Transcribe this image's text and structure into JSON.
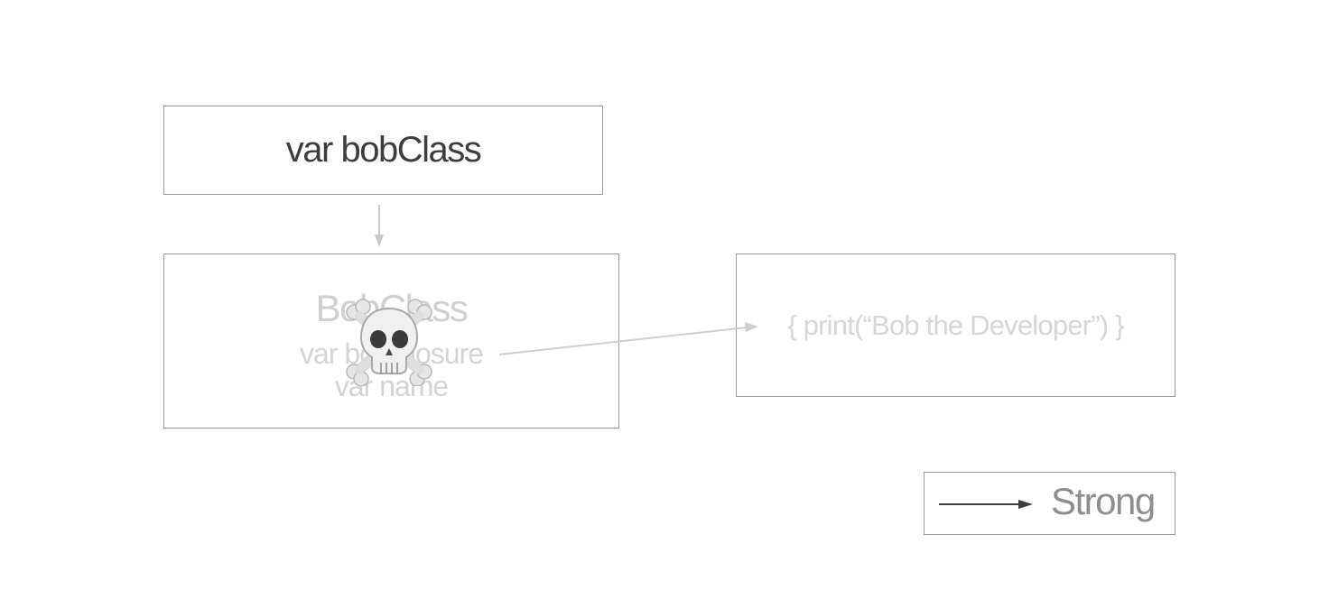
{
  "diagram": {
    "variable_box": {
      "label": "var bobClass"
    },
    "class_box": {
      "title": "BobClass",
      "properties": [
        "var bobClosure",
        "var name"
      ],
      "status_icon": "skull-crossbones-icon"
    },
    "closure_box": {
      "label": "{ print(“Bob the Developer”) }"
    },
    "legend": {
      "label": "Strong",
      "icon": "strong-arrow-icon"
    },
    "colors": {
      "border": "#9a9a9a",
      "strong_arrow": "#3d3d3d",
      "faded_arrow": "#c8c8c8",
      "faded_text": "#d4d4d4"
    }
  }
}
